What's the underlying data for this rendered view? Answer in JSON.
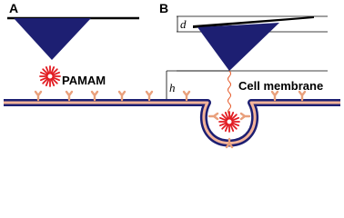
{
  "panels": {
    "a_label": "A",
    "b_label": "B"
  },
  "labels": {
    "pamam": "PAMAM",
    "cell_membrane": "Cell membrane",
    "d": "d",
    "h": "h"
  },
  "colors": {
    "tip": "#1d1f72",
    "membrane_dark": "#1d1f72",
    "membrane_light": "#f4b49a",
    "receptor": "#e9a07c",
    "dendrimer": "#e21b22",
    "tether": "#e65a2a"
  }
}
